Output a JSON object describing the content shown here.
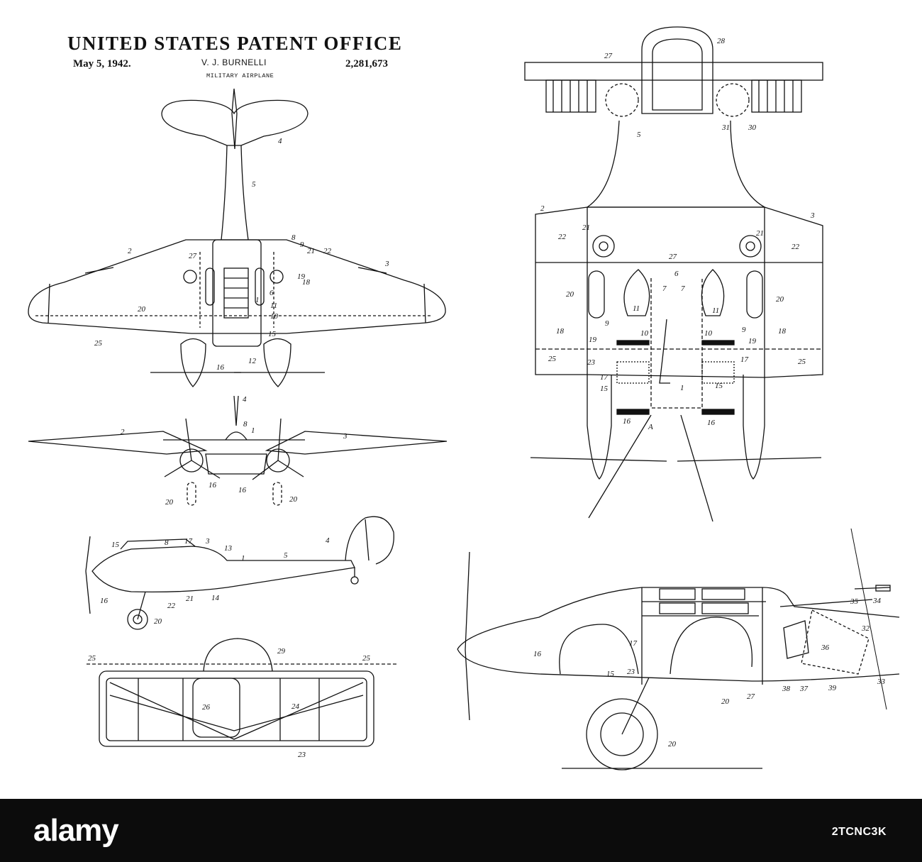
{
  "header": {
    "office": "UNITED STATES PATENT OFFICE",
    "date": "May 5, 1942.",
    "inventor": "V. J. BURNELLI",
    "patent_number": "2,281,673",
    "subject": "MILITARY AIRPLANE"
  },
  "footer": {
    "brand": "alamy",
    "stock_id": "2TCNC3K"
  },
  "figures": {
    "top_plan": [
      "4",
      "5",
      "2",
      "3",
      "27",
      "8",
      "9",
      "21",
      "22",
      "18",
      "19",
      "6",
      "1",
      "11",
      "10",
      "15",
      "20",
      "12",
      "16",
      "25"
    ],
    "front": [
      "4",
      "8",
      "1",
      "2",
      "3",
      "16",
      "16",
      "20",
      "20"
    ],
    "side": [
      "15",
      "8",
      "17",
      "3",
      "13",
      "1",
      "5",
      "4",
      "16",
      "22",
      "21",
      "14",
      "20"
    ],
    "section": [
      "25",
      "25",
      "29",
      "26",
      "24",
      "23"
    ],
    "tail_top": [
      "27",
      "28",
      "31",
      "30"
    ],
    "center_plan": [
      "5",
      "2",
      "3",
      "21",
      "22",
      "21",
      "22",
      "27",
      "6",
      "7",
      "7",
      "20",
      "20",
      "11",
      "11",
      "9",
      "9",
      "18",
      "18",
      "19",
      "19",
      "10",
      "10",
      "25",
      "25",
      "23",
      "17",
      "17",
      "15",
      "15",
      "1",
      "16",
      "16",
      "A"
    ],
    "cockpit_side": [
      "35",
      "34",
      "32",
      "36",
      "16",
      "17",
      "15",
      "23",
      "38",
      "37",
      "39",
      "33",
      "20",
      "27",
      "20"
    ]
  }
}
